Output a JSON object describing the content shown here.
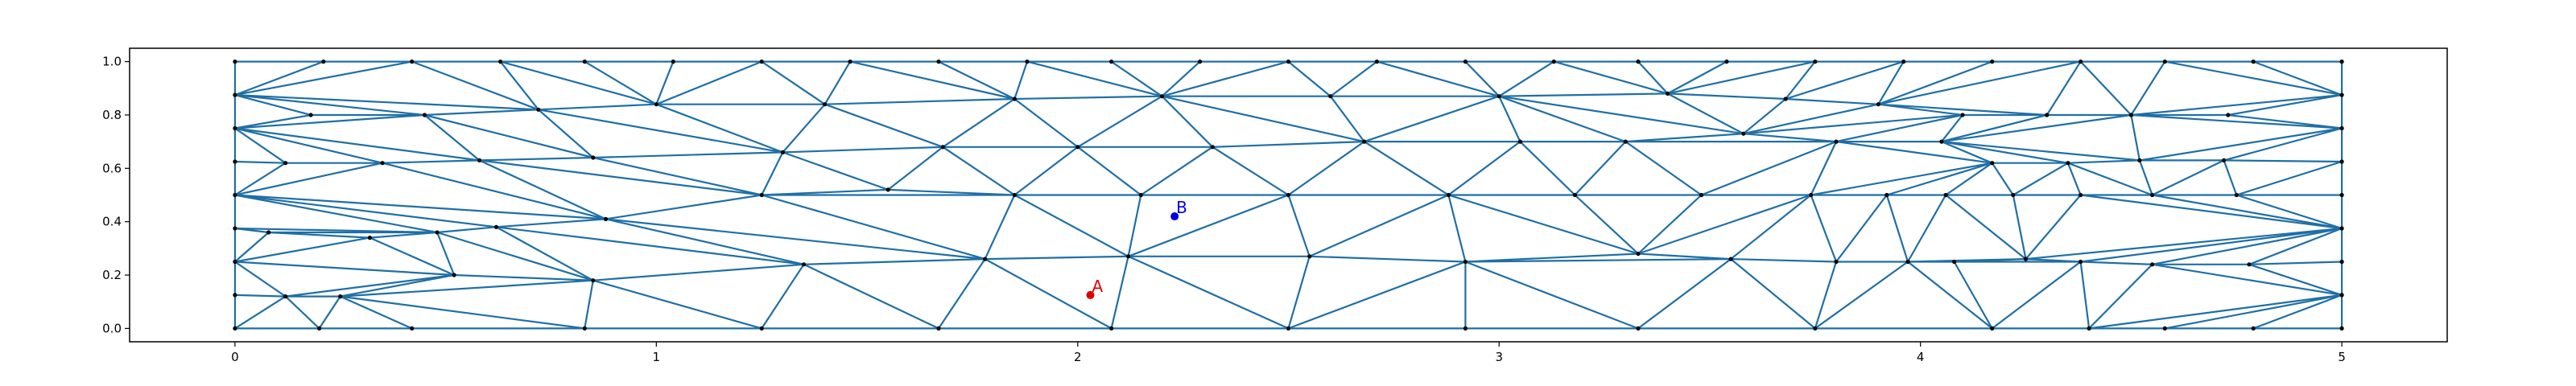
{
  "chart_data": {
    "type": "scatter",
    "title": "",
    "xlabel": "",
    "ylabel": "",
    "xlim": [
      -0.25,
      5.25
    ],
    "ylim": [
      -0.05,
      1.05
    ],
    "grid": false,
    "x_ticks": [
      "0",
      "1",
      "2",
      "3",
      "4",
      "5"
    ],
    "y_ticks": [
      "0.0",
      "0.2",
      "0.4",
      "0.6",
      "0.8",
      "1.0"
    ],
    "mesh": {
      "color": "#1f6fa6",
      "node_color": "#000000",
      "bottom_x": [
        0.0,
        0.2,
        0.42,
        0.83,
        1.25,
        1.67,
        2.08,
        2.5,
        2.92,
        3.33,
        3.75,
        4.17,
        4.4,
        4.58,
        4.79,
        5.0
      ],
      "top_x": [
        0.0,
        0.21,
        0.42,
        0.63,
        0.83,
        1.04,
        1.25,
        1.46,
        1.67,
        1.88,
        2.08,
        2.29,
        2.5,
        2.71,
        2.92,
        3.13,
        3.33,
        3.54,
        3.75,
        3.96,
        4.17,
        4.38,
        4.58,
        4.79,
        5.0
      ],
      "boundary_y": [
        0.0,
        0.125,
        0.25,
        0.375,
        0.5,
        0.625,
        0.75,
        0.875,
        1.0
      ],
      "interior_nodes": [
        [
          0.12,
          0.12
        ],
        [
          0.25,
          0.12
        ],
        [
          0.52,
          0.2
        ],
        [
          0.85,
          0.18
        ],
        [
          1.35,
          0.24
        ],
        [
          1.78,
          0.26
        ],
        [
          2.12,
          0.27
        ],
        [
          2.55,
          0.27
        ],
        [
          2.92,
          0.25
        ],
        [
          3.33,
          0.28
        ],
        [
          3.55,
          0.26
        ],
        [
          3.8,
          0.25
        ],
        [
          3.97,
          0.25
        ],
        [
          4.08,
          0.25
        ],
        [
          4.25,
          0.26
        ],
        [
          4.38,
          0.25
        ],
        [
          4.55,
          0.24
        ],
        [
          4.78,
          0.24
        ],
        [
          0.08,
          0.36
        ],
        [
          0.32,
          0.34
        ],
        [
          0.48,
          0.36
        ],
        [
          0.62,
          0.38
        ],
        [
          0.88,
          0.41
        ],
        [
          1.25,
          0.5
        ],
        [
          1.55,
          0.52
        ],
        [
          1.85,
          0.5
        ],
        [
          2.15,
          0.5
        ],
        [
          2.5,
          0.5
        ],
        [
          2.88,
          0.5
        ],
        [
          3.18,
          0.5
        ],
        [
          3.48,
          0.5
        ],
        [
          3.74,
          0.5
        ],
        [
          3.92,
          0.5
        ],
        [
          4.06,
          0.5
        ],
        [
          4.22,
          0.5
        ],
        [
          4.38,
          0.5
        ],
        [
          4.55,
          0.5
        ],
        [
          4.75,
          0.5
        ],
        [
          0.12,
          0.62
        ],
        [
          0.35,
          0.62
        ],
        [
          0.58,
          0.63
        ],
        [
          0.85,
          0.64
        ],
        [
          1.3,
          0.66
        ],
        [
          1.68,
          0.68
        ],
        [
          2.0,
          0.68
        ],
        [
          2.32,
          0.68
        ],
        [
          2.68,
          0.7
        ],
        [
          3.05,
          0.7
        ],
        [
          3.3,
          0.7
        ],
        [
          3.58,
          0.73
        ],
        [
          3.8,
          0.7
        ],
        [
          4.05,
          0.7
        ],
        [
          4.17,
          0.62
        ],
        [
          4.35,
          0.62
        ],
        [
          4.52,
          0.63
        ],
        [
          4.72,
          0.63
        ],
        [
          0.18,
          0.8
        ],
        [
          0.45,
          0.8
        ],
        [
          0.72,
          0.82
        ],
        [
          1.0,
          0.84
        ],
        [
          1.4,
          0.84
        ],
        [
          1.85,
          0.86
        ],
        [
          2.2,
          0.87
        ],
        [
          2.6,
          0.87
        ],
        [
          3.0,
          0.87
        ],
        [
          3.4,
          0.88
        ],
        [
          3.68,
          0.86
        ],
        [
          3.9,
          0.84
        ],
        [
          4.1,
          0.8
        ],
        [
          4.3,
          0.8
        ],
        [
          4.5,
          0.8
        ],
        [
          4.73,
          0.8
        ]
      ]
    },
    "series": [
      {
        "name": "A",
        "color": "#e00000",
        "points": [
          [
            2.03,
            0.125
          ]
        ]
      },
      {
        "name": "B",
        "color": "#0000e0",
        "points": [
          [
            2.23,
            0.42
          ]
        ]
      }
    ]
  }
}
